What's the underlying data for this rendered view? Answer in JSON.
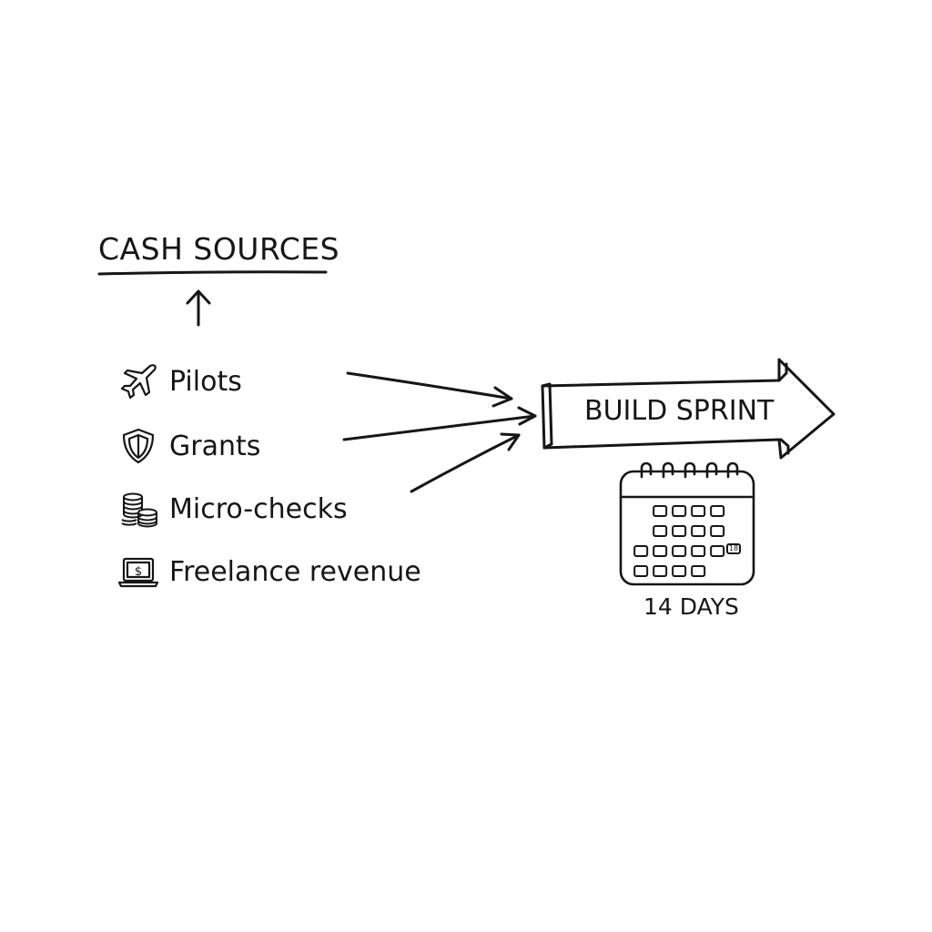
{
  "heading": "CASH SOURCES",
  "sources": [
    {
      "label": "Pilots",
      "icon": "airplane-icon"
    },
    {
      "label": "Grants",
      "icon": "shield-icon"
    },
    {
      "label": "Micro-checks",
      "icon": "coin-stack-icon"
    },
    {
      "label": "Freelance revenue",
      "icon": "laptop-dollar-icon"
    }
  ],
  "target": "BUILD SPRINT",
  "calendar": {
    "icon": "calendar-icon",
    "highlighted_day": "18",
    "duration": "14 DAYS"
  },
  "colors": {
    "ink": "#161616",
    "background": "#ffffff"
  }
}
